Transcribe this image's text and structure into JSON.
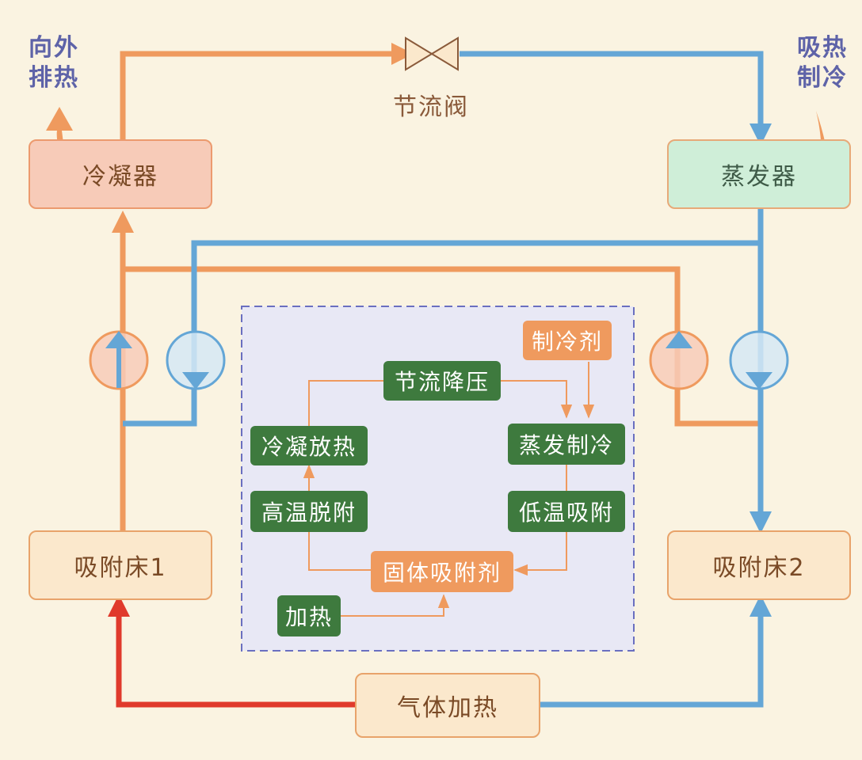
{
  "annotations": {
    "heat_out_line1": "向外",
    "heat_out_line2": "排热",
    "heat_in_line1": "吸热",
    "heat_in_line2": "制冷"
  },
  "components": {
    "throttle_valve": "节流阀",
    "condenser": "冷凝器",
    "evaporator": "蒸发器",
    "bed1": "吸附床1",
    "bed2": "吸附床2",
    "gas_heating": "气体加热"
  },
  "cycle": {
    "throttle_depressurize": "节流降压",
    "refrigerant": "制冷剂",
    "condense_release_heat": "冷凝放热",
    "evaporate_cool": "蒸发制冷",
    "high_temp_desorption": "高温脱附",
    "low_temp_adsorption": "低温吸附",
    "solid_adsorbent": "固体吸附剂",
    "heating": "加热"
  },
  "colors": {
    "hot_pipe": "#ef9a5e",
    "cold_pipe": "#64a6d6",
    "heating_pipe": "#e03a2c",
    "cycle_panel": "#e8e8f5",
    "cycle_border": "#6a6fc0"
  }
}
